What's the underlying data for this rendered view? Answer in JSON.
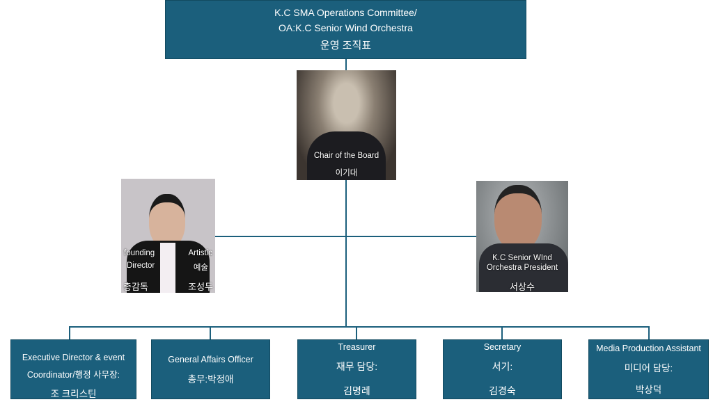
{
  "header": {
    "line1": "K.C SMA Operations Committee/",
    "line2": "OA:K.C Senior Wind Orchestra",
    "line3": "운영 조직표"
  },
  "chair": {
    "role": "Chair of the Board",
    "name": "이기대"
  },
  "founder": {
    "role_left_1": "founding",
    "role_left_2": "Director",
    "role_right_1": "Artistic",
    "role_right_2": "예술",
    "name_left": "총감독",
    "name_right": "조성두"
  },
  "president": {
    "role_1": "K.C Senior WInd",
    "role_2": "Orchestra President",
    "name": "서상수"
  },
  "roles": [
    {
      "line1": "Executive Director & event",
      "line2": "Coordinator/행정 사무장:",
      "name": "조 크리스틴"
    },
    {
      "line1": "General Affairs Officer",
      "line2": "총무:박정애"
    },
    {
      "line1": "Treasurer",
      "line2": "재무 담당:",
      "name": "김명레"
    },
    {
      "line1": "Secretary",
      "line2": "서기:",
      "name": "김경숙"
    },
    {
      "line1": "Media Production Assistant",
      "line2": "미디어 담당:",
      "name": "박상덕"
    }
  ],
  "colors": {
    "box": "#1b5f7c"
  }
}
